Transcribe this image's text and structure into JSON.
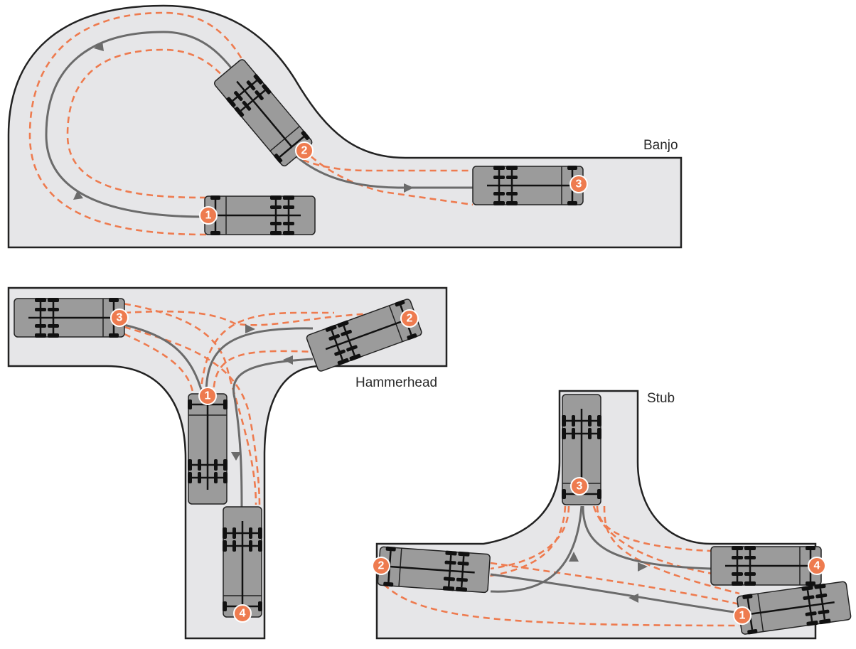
{
  "diagrams": [
    {
      "label": "Banjo",
      "markers": [
        "1",
        "2",
        "3"
      ]
    },
    {
      "label": "Hammerhead",
      "markers": [
        "1",
        "2",
        "3",
        "4"
      ]
    },
    {
      "label": "Stub",
      "markers": [
        "1",
        "2",
        "3",
        "4"
      ]
    }
  ],
  "colors": {
    "road": "#e6e6e8",
    "path_solid": "#6b6b6b",
    "path_dashed": "#ee7b4f",
    "truck": "#9b9b9b",
    "marker": "#ee7b4f"
  }
}
